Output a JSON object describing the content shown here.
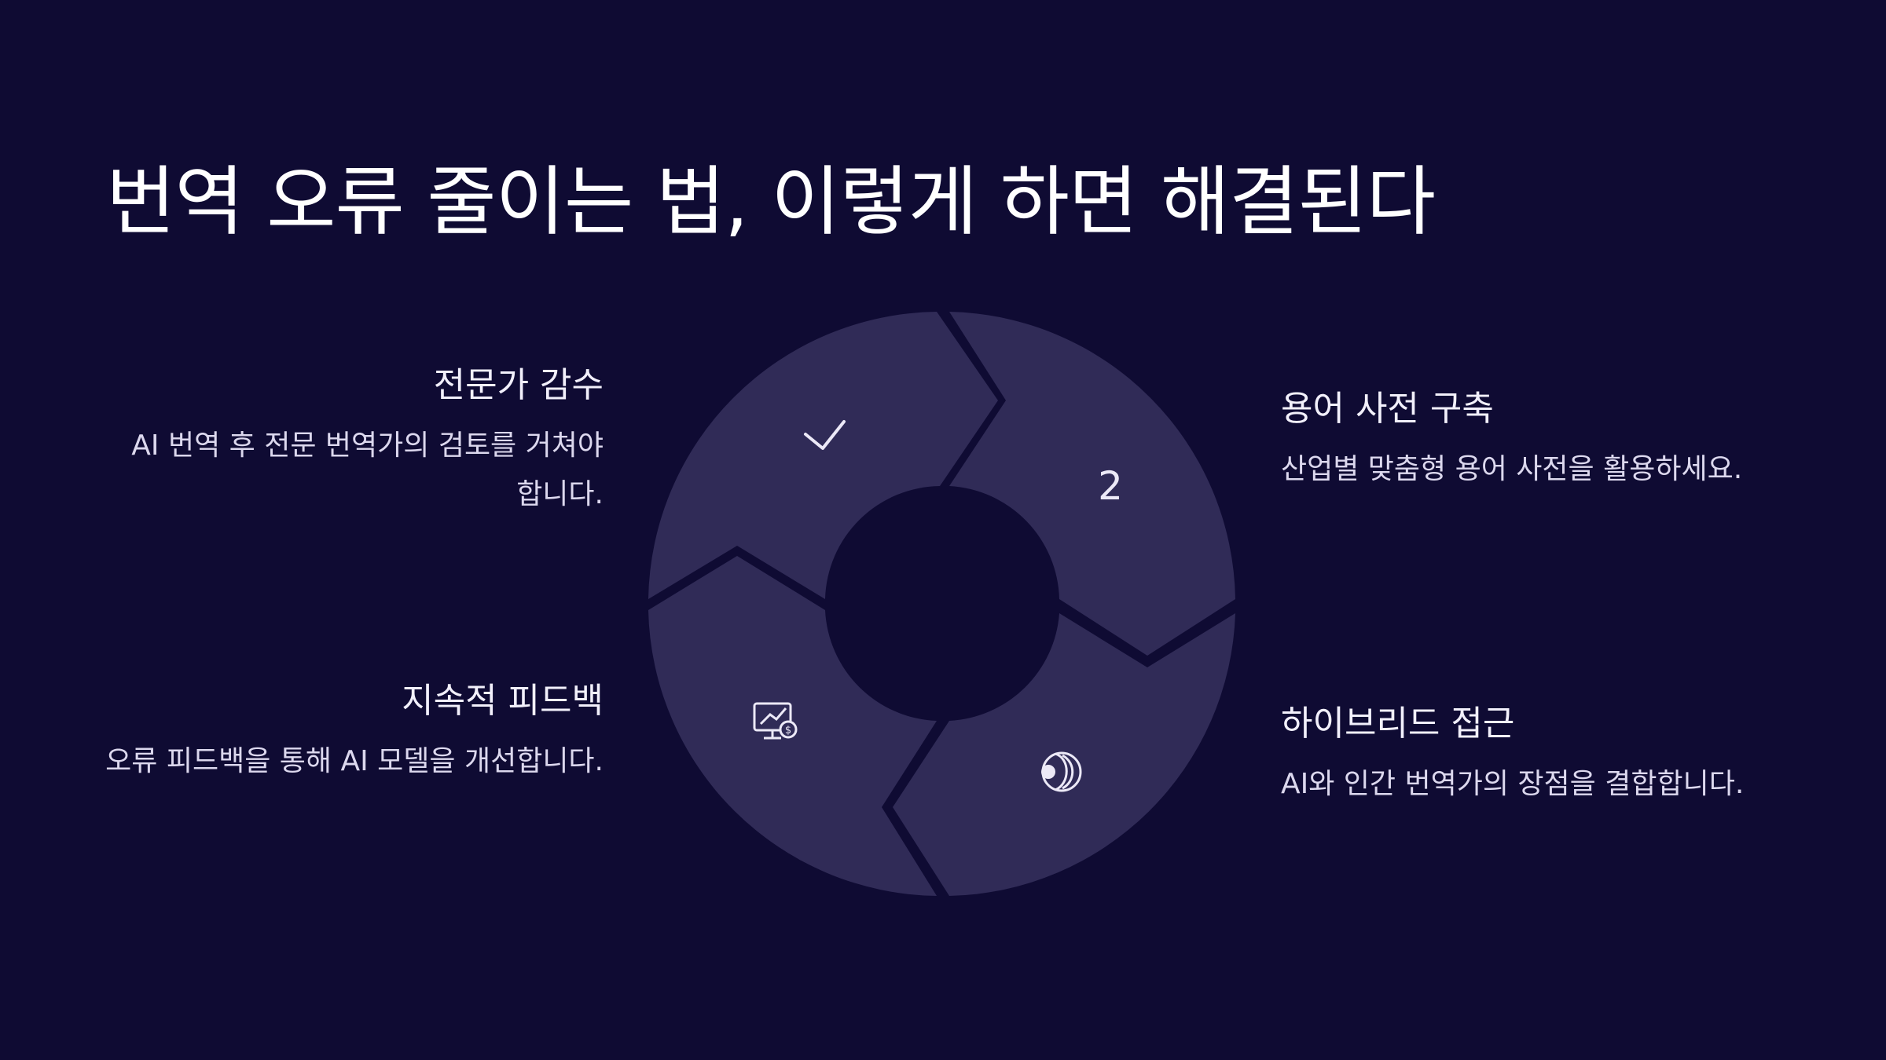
{
  "title": "번역 오류 줄이는 법, 이렇게 하면 해결된다",
  "colors": {
    "background": "#0f0b33",
    "segment": "#302b57",
    "text": "#ece9f7"
  },
  "steps": [
    {
      "title": "전문가 감수",
      "desc": "AI 번역 후 전문 번역가의 검토를 거쳐야 합니다.",
      "icon": "check-icon"
    },
    {
      "title": "용어 사전 구축",
      "desc": "산업별 맞춤형 용어 사전을 활용하세요.",
      "icon": "number-2",
      "marker": "2"
    },
    {
      "title": "하이브리드 접근",
      "desc": "AI와 인간 번역가의 장점을 결합합니다.",
      "icon": "ai-brain-icon"
    },
    {
      "title": "지속적 피드백",
      "desc": "오류 피드백을 통해 AI 모델을 개선합니다.",
      "icon": "chart-feedback-icon"
    }
  ]
}
